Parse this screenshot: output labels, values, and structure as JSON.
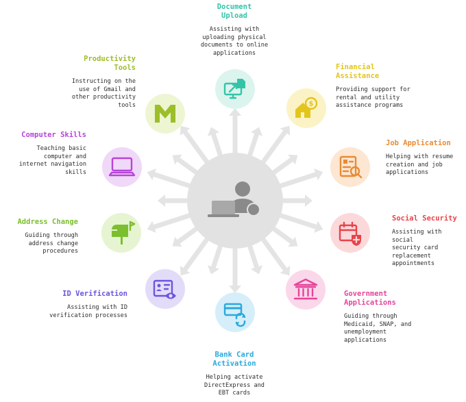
{
  "hub": {
    "icon": "person-with-laptop-icon"
  },
  "colors": {
    "arrow": "#e4e4e4",
    "hub": "#e2e2e2",
    "hub_icon": "#8a8a8a"
  },
  "nodes": [
    {
      "key": "document-upload",
      "title_lines": [
        "Document",
        "Upload"
      ],
      "desc_lines": [
        "Assisting with",
        "uploading physical",
        "documents to online",
        "applications"
      ],
      "icon": "document-upload-icon",
      "color": "#33c4a8",
      "bg": "#dcf4ee"
    },
    {
      "key": "financial-assistance",
      "title_lines": [
        "Financial",
        "Assistance"
      ],
      "desc_lines": [
        "Providing support for",
        "rental and utility",
        "assistance programs"
      ],
      "icon": "house-dollar-icon",
      "color": "#e4c51b",
      "bg": "#fbf3c6"
    },
    {
      "key": "job-application",
      "title_lines": [
        "Job Application"
      ],
      "desc_lines": [
        "Helping with resume",
        "creation and job",
        "applications"
      ],
      "icon": "resume-search-icon",
      "color": "#e88b34",
      "bg": "#fde6d2"
    },
    {
      "key": "social-security",
      "title_lines": [
        "Social Security"
      ],
      "desc_lines": [
        "Assisting with social",
        "security card",
        "replacement",
        "appointments"
      ],
      "icon": "calendar-plus-icon",
      "color": "#e8434a",
      "bg": "#fbd9db"
    },
    {
      "key": "government-applications",
      "title_lines": [
        "Government",
        "Applications"
      ],
      "desc_lines": [
        "Guiding through",
        "Medicaid, SNAP, and",
        "unemployment",
        "applications"
      ],
      "icon": "government-building-icon",
      "color": "#e4459a",
      "bg": "#fbd7ea"
    },
    {
      "key": "bank-card-activation",
      "title_lines": [
        "Bank Card",
        "Activation"
      ],
      "desc_lines": [
        "Helping activate",
        "DirectExpress and",
        "EBT cards"
      ],
      "icon": "card-refresh-icon",
      "color": "#2aa9dc",
      "bg": "#d5eefa"
    },
    {
      "key": "id-verification",
      "title_lines": [
        "ID Verification"
      ],
      "desc_lines": [
        "Assisting with ID",
        "verification processes"
      ],
      "icon": "id-card-eye-icon",
      "color": "#6b55dc",
      "bg": "#e2dcf9"
    },
    {
      "key": "address-change",
      "title_lines": [
        "Address Change"
      ],
      "desc_lines": [
        "Guiding through",
        "address change",
        "procedures"
      ],
      "icon": "mailbox-icon",
      "color": "#7cbf2e",
      "bg": "#e6f4d2"
    },
    {
      "key": "computer-skills",
      "title_lines": [
        "Computer Skills"
      ],
      "desc_lines": [
        "Teaching basic",
        "computer and",
        "internet navigation",
        "skills"
      ],
      "icon": "laptop-icon",
      "color": "#b545d8",
      "bg": "#f0d8f8"
    },
    {
      "key": "productivity-tools",
      "title_lines": [
        "Productivity",
        "Tools"
      ],
      "desc_lines": [
        "Instructing on the",
        "use of Gmail and",
        "other productivity",
        "tools"
      ],
      "icon": "gmail-m-icon",
      "color": "#9cbe29",
      "bg": "#eef5d2"
    }
  ]
}
